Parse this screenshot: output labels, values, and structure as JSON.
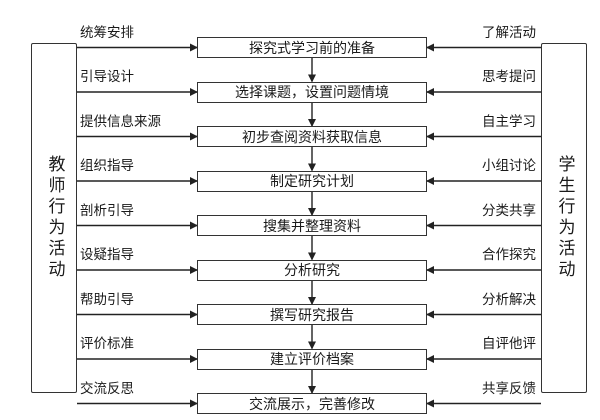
{
  "diagram": {
    "left_box_label": "教师行为活动",
    "right_box_label": "学生行为活动",
    "steps": [
      {
        "label": "探究式学习前的准备",
        "teacher": "统筹安排",
        "student": "了解活动"
      },
      {
        "label": "选择课题，设置问题情境",
        "teacher": "引导设计",
        "student": "思考提问"
      },
      {
        "label": "初步查阅资料获取信息",
        "teacher": "提供信息来源",
        "student": "自主学习"
      },
      {
        "label": "制定研究计划",
        "teacher": "组织指导",
        "student": "小组讨论"
      },
      {
        "label": "搜集并整理资料",
        "teacher": "剖析引导",
        "student": "分类共享"
      },
      {
        "label": "分析研究",
        "teacher": "设疑指导",
        "student": "合作探究"
      },
      {
        "label": "撰写研究报告",
        "teacher": "帮助引导",
        "student": "分析解决"
      },
      {
        "label": "建立评价档案",
        "teacher": "评价标准",
        "student": "自评他评"
      },
      {
        "label": "交流展示，完善修改",
        "teacher": "交流反思",
        "student": "共享反馈"
      }
    ]
  }
}
